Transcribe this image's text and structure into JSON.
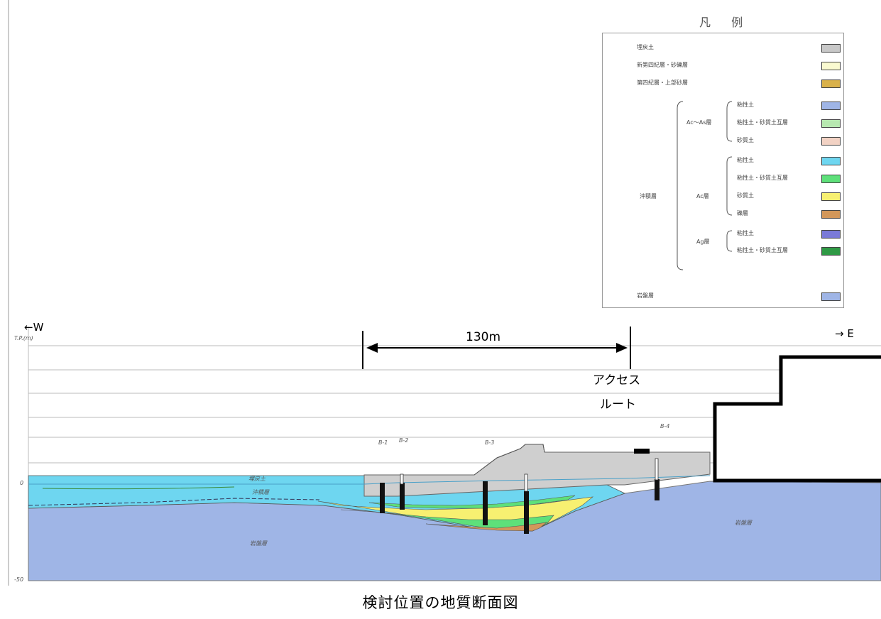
{
  "legend": {
    "title": "凡 例",
    "items": [
      {
        "label": "埋戻土",
        "color": "#c8c8c8"
      },
      {
        "label": "新第四紀層・砂礫層",
        "color": "#fafad0"
      },
      {
        "label": "第四紀層・上部砂層",
        "color": "#d9b14a"
      },
      {
        "label": "粘性土",
        "color": "#9fb5e6"
      },
      {
        "label": "粘性土・砂質土互層",
        "color": "#b7e8b0"
      },
      {
        "label": "砂質土",
        "color": "#f2d2c4"
      },
      {
        "label": "粘性土",
        "color": "#6ed6f0"
      },
      {
        "label": "粘性土・砂質土互層",
        "color": "#5ee07a"
      },
      {
        "label": "砂質土",
        "color": "#f7f071"
      },
      {
        "label": "礫層",
        "color": "#d2975a"
      },
      {
        "label": "粘性土",
        "color": "#7a7ad8"
      },
      {
        "label": "粘性土・砂質土互層",
        "color": "#2f9a45"
      },
      {
        "label": "岩盤層",
        "color": "#9fb5e6"
      }
    ],
    "group_main": "沖積層",
    "group_a": "Ac～As層",
    "group_b": "Ac層",
    "group_c": "Ag層"
  },
  "section": {
    "west": "←W",
    "east": "→ E",
    "distance": "130m",
    "access_line1": "アクセス",
    "access_line2": "ルート",
    "elev_top": "T.P.(m)",
    "elev_zero": "0",
    "elev_bottom": "-50",
    "layer_fill": "埋戻土",
    "layer_upper": "沖積層",
    "layer_base": "岩盤層",
    "layer_base_right": "岩盤層",
    "borehole_a": "B-1",
    "borehole_b": "B-2",
    "borehole_c": "B-3",
    "borehole_d": "B-4"
  },
  "caption": "検討位置の地質断面図",
  "colors": {
    "fill": "#c8c8c8",
    "alluvium": "#6ed6f0",
    "bedrock": "#9fb5e6",
    "yellow": "#f7f071",
    "green": "#5ee07a",
    "orange": "#d2975a",
    "structure": "#000000"
  }
}
